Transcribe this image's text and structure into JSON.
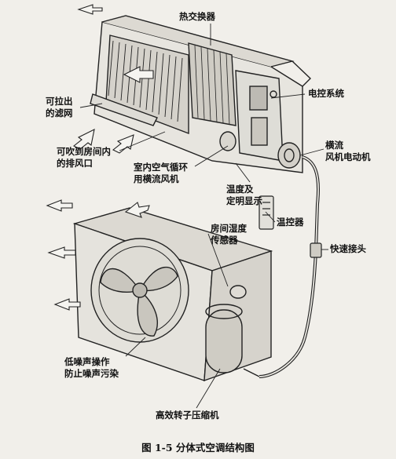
{
  "labels": {
    "heat_exchanger": "热交换器",
    "control_system": "电控系统",
    "filter": "可拉出\n的滤网",
    "outlet": "可吹到房间内\n的排风口",
    "crossflow_fan": "室内空气循环\n用横流风机",
    "crossflow_motor": "横流\n风机电动机",
    "temp_display": "温度及\n定明显示",
    "thermostat": "温控器",
    "humidity_sensor": "房间湿度\n传感器",
    "quick_connector": "快速接头",
    "low_noise": "低噪声操作\n防止噪声污染",
    "compressor": "高效转子压缩机"
  },
  "caption": "图 1-5    分体式空调结构图"
}
